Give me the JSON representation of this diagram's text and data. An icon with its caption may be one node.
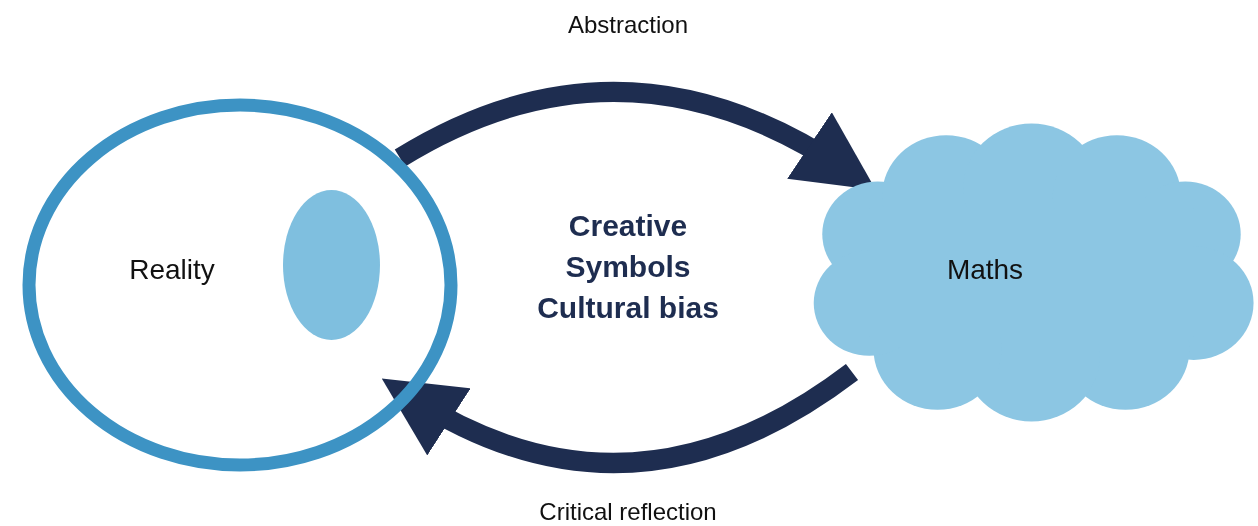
{
  "diagram": {
    "nodes": [
      {
        "text": [
          "Reality"
        ]
      },
      {
        "text": [],
        "shape": "circle",
        "in": 0
      },
      {
        "text": [
          "Maths"
        ]
      }
    ],
    "edges": [
      {
        "from": 0,
        "to": 2,
        "arrow": "to",
        "label": "Abstraction"
      },
      {
        "from": 2,
        "to": 0,
        "arrow": "to",
        "label": "Critical reflection"
      }
    ],
    "labels": [
      "Creative",
      "Symbols",
      "Cultural bias"
    ]
  }
}
